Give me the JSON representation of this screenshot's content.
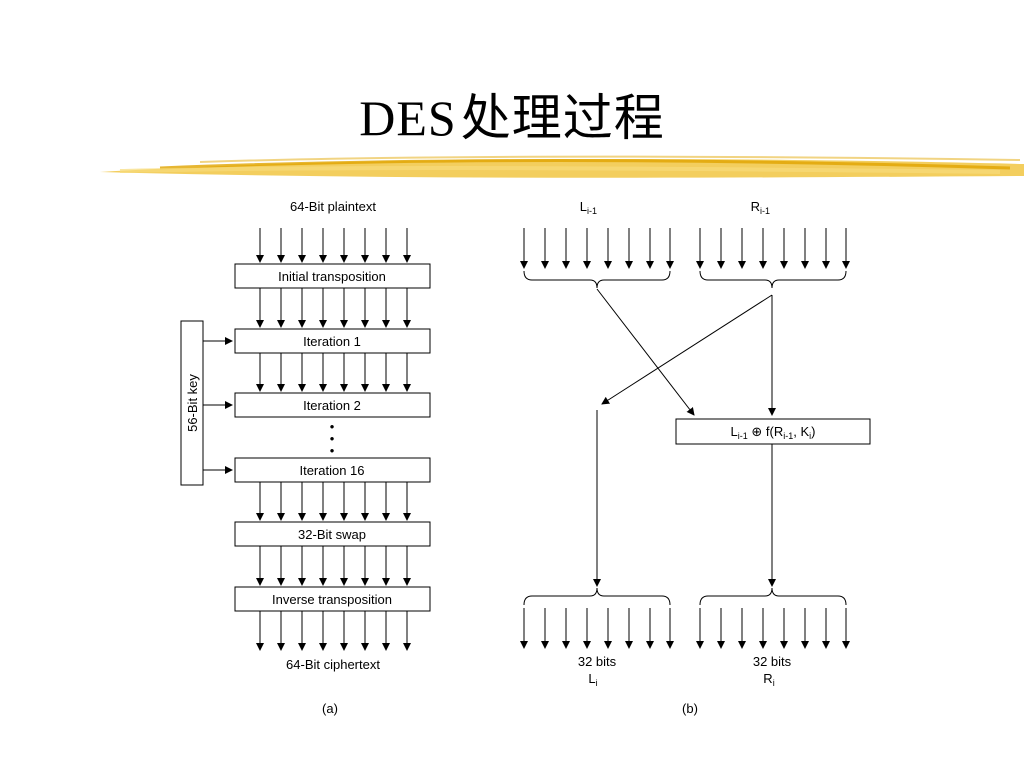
{
  "slide": {
    "title_latin": "DES",
    "title_cjk": "处理过程"
  },
  "accent": {
    "stroke_color": "#f2c94c",
    "stroke_dark": "#e0a400"
  },
  "part_a": {
    "top_label": "64-Bit plaintext",
    "boxes": [
      "Initial transposition",
      "Iteration 1",
      "Iteration 2",
      "Iteration 16",
      "32-Bit swap",
      "Inverse transposition"
    ],
    "key_label": "56-Bit key",
    "ellipsis": "•",
    "bottom_label": "64-Bit ciphertext",
    "caption": "(a)"
  },
  "part_b": {
    "left_in": {
      "base": "L",
      "sub": "i-1"
    },
    "right_in": {
      "base": "R",
      "sub": "i-1"
    },
    "func": {
      "L": "L",
      "L_sub": "i-1",
      "op": " ⊕ f(",
      "R": "R",
      "R_sub": "i-1",
      "sep": ", ",
      "K": "K",
      "K_sub": "i",
      "close": ")"
    },
    "left_out": {
      "bits": "32 bits",
      "base": "L",
      "sub": "i"
    },
    "right_out": {
      "bits": "32 bits",
      "base": "R",
      "sub": "i"
    },
    "caption": "(b)"
  }
}
